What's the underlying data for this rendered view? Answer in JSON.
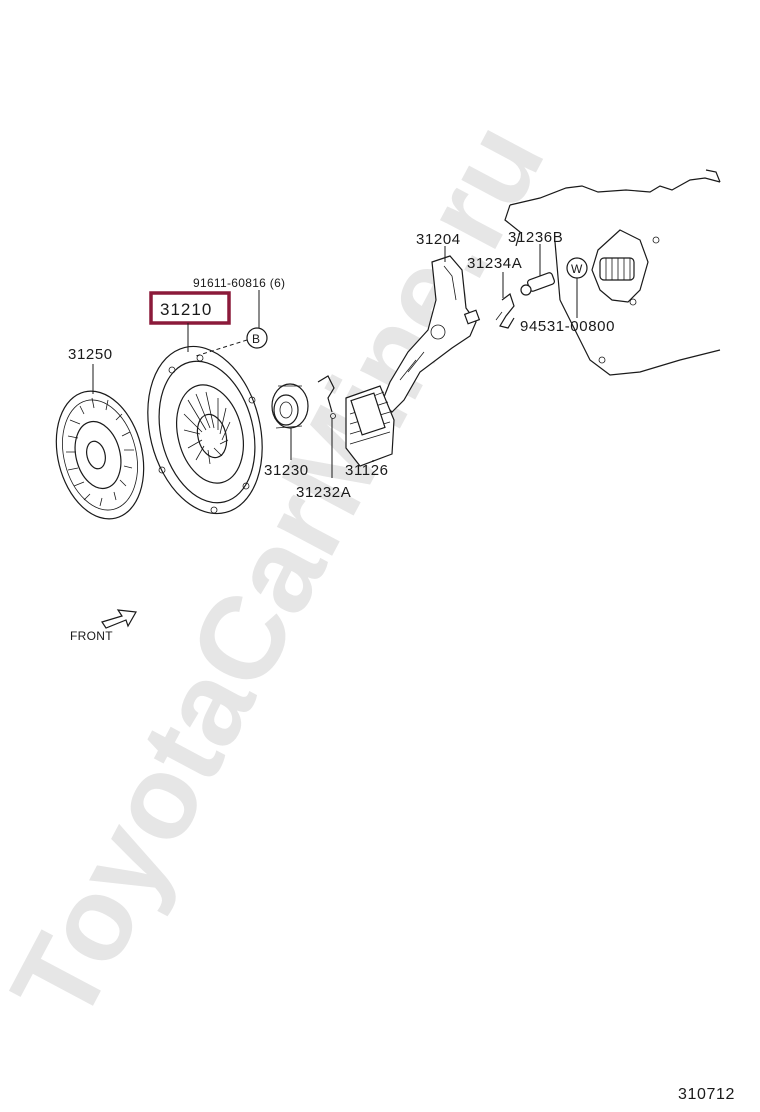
{
  "watermark": "ToyotaCarMine.ru",
  "diagram_code": "310712",
  "front_label": "FRONT",
  "highlight_color": "#8b1a3a",
  "parts": {
    "disc": "31250",
    "cover": "31210",
    "cover_bolt": "91611-60816 (6)",
    "bolt_ref": "B",
    "bearing": "31230",
    "clip": "31232A",
    "boot": "31126",
    "fork": "31204",
    "fork_support": "31234A",
    "pivot_stud": "31236B",
    "washer_ref": "W",
    "bolt_w": "94531-00800"
  }
}
